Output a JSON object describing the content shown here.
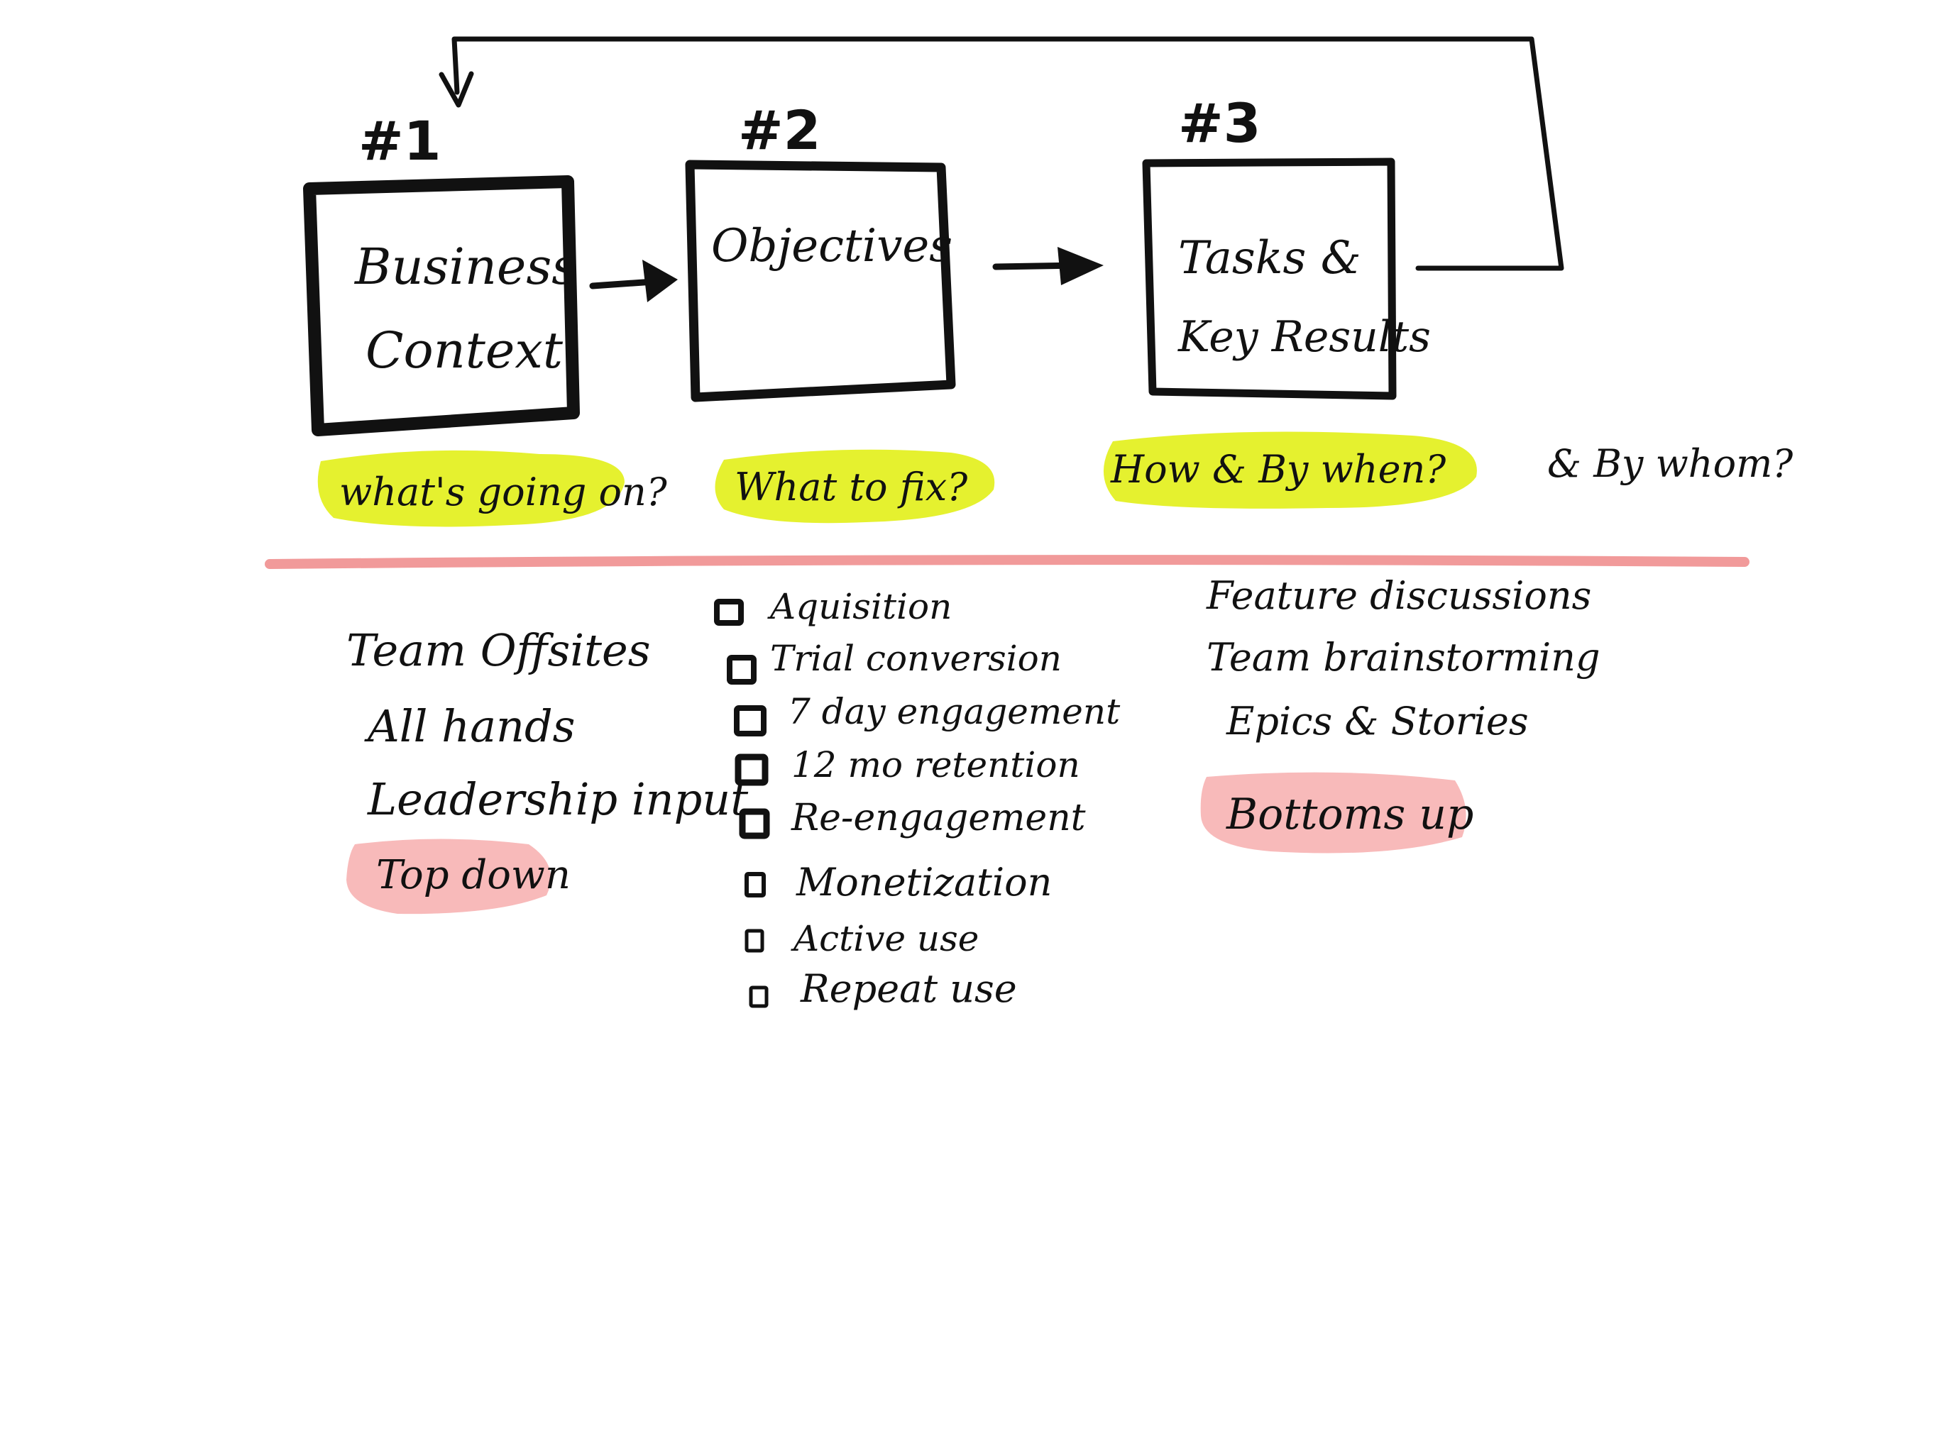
{
  "steps": [
    {
      "number": "#1",
      "line1": "Business",
      "line2": "Context",
      "question": "what's going on?"
    },
    {
      "number": "#2",
      "line1": "Objectives",
      "line2": "",
      "question": "What to fix?"
    },
    {
      "number": "#3",
      "line1": "Tasks &",
      "line2": "Key Results",
      "question": "How & By when?"
    }
  ],
  "extra_question": "& By whom?",
  "columns": {
    "left": {
      "items": [
        "Team Offsites",
        "All hands",
        "Leadership input"
      ],
      "tag": "Top down"
    },
    "middle": {
      "items": [
        "Aquisition",
        "Trial conversion",
        "7 day engagement",
        "12 mo retention",
        "Re-engagement",
        "Monetization",
        "Active use",
        "Repeat use"
      ]
    },
    "right": {
      "items": [
        "Feature discussions",
        "Team brainstorming",
        "Epics & Stories"
      ],
      "tag": "Bottoms up"
    }
  },
  "colors": {
    "ink": "#111111",
    "yellow_highlight": "#e2f018",
    "pink_highlight": "#f7b3b3",
    "divider": "#f19a9a"
  }
}
